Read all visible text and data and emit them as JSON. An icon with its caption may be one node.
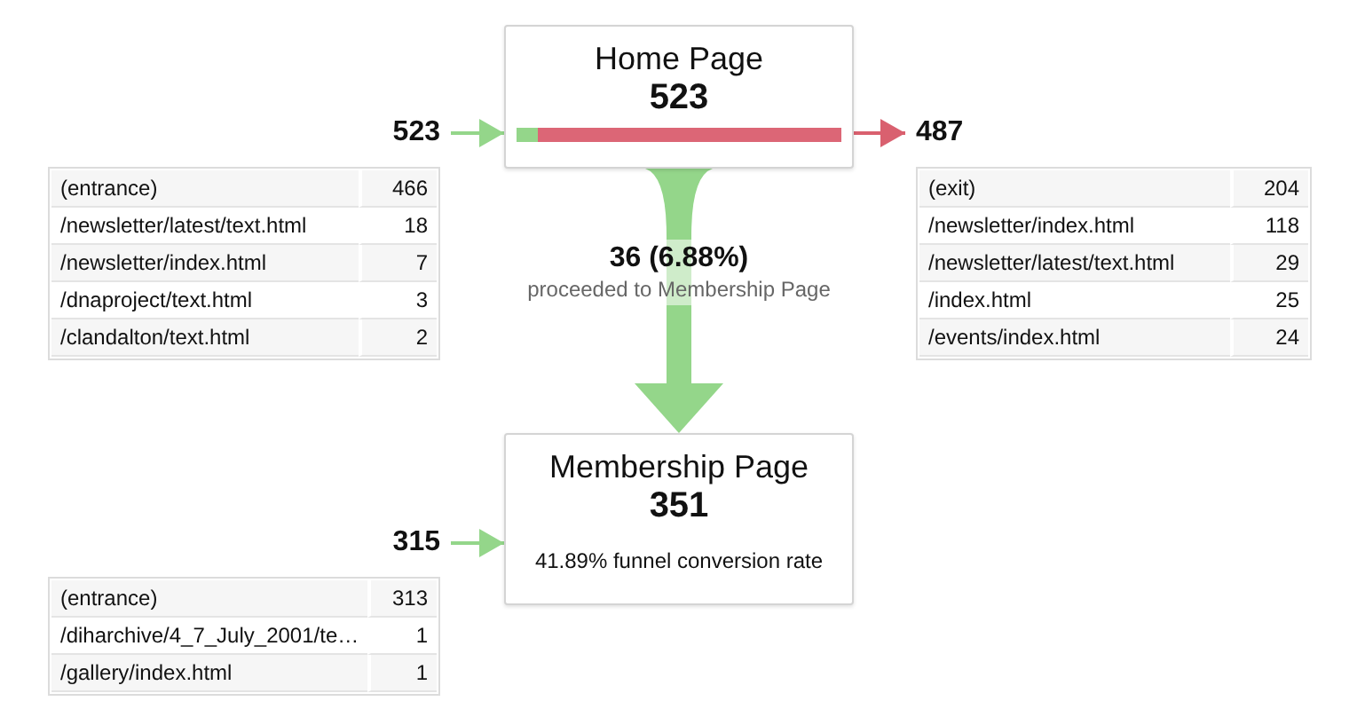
{
  "diagram": {
    "nodes": [
      {
        "text": [
          "Home Page",
          "523"
        ]
      },
      {
        "text": [
          "523",
          "(entrance)",
          "466",
          "/newsletter/latest/text.html",
          "18",
          "/newsletter/index.html",
          "7",
          "/dnaproject/text.html",
          "3",
          "/clandalton/text.html",
          "2"
        ]
      },
      {
        "text": [
          "487",
          "(exit)",
          "204",
          "/newsletter/index.html",
          "118",
          "/newsletter/latest/text.html",
          "29",
          "/index.html",
          "25",
          "/events/index.html",
          "24"
        ]
      },
      {
        "text": [
          "Membership Page",
          "351",
          "41.89% funnel conversion rate"
        ]
      },
      {
        "text": [
          "315",
          "(entrance)",
          "313",
          "/diharchive/4_7_July_2001/te…",
          "1",
          "/gallery/index.html",
          "1"
        ]
      }
    ],
    "edges": [
      {
        "from": 1,
        "to": 0,
        "arrow": "to"
      },
      {
        "from": 0,
        "to": 2,
        "arrow": "to",
        "color": "#d9606f"
      },
      {
        "from": 0,
        "to": 3,
        "arrow": "to",
        "style": "thick",
        "label": "**36 (6.88%)** proceeded to Membership Page"
      },
      {
        "from": 4,
        "to": 3,
        "arrow": "to"
      }
    ]
  }
}
